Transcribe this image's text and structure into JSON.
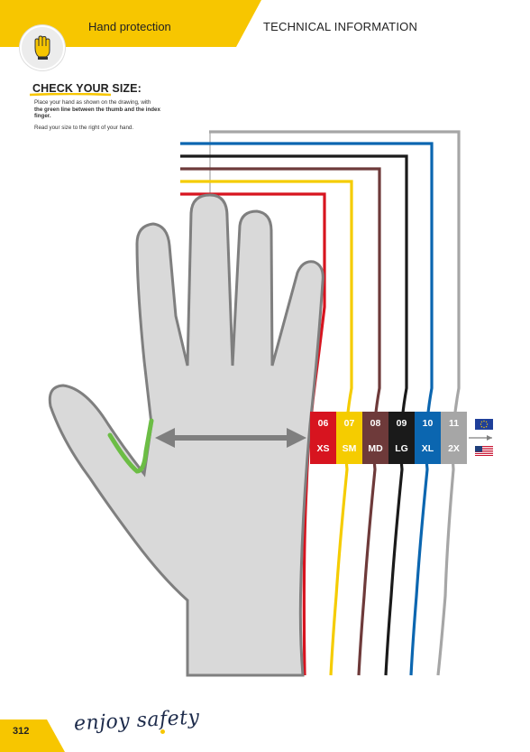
{
  "header": {
    "section_label": "Hand protection",
    "right_label": "TECHNICAL INFORMATION",
    "accent_color": "#f7c600",
    "icon": "glove-hand-icon"
  },
  "content": {
    "title": "CHECK YOUR SIZE:",
    "instruction_line1": "Place your hand as shown on the drawing, with",
    "instruction_bold": "the green line between the thumb and the index finger.",
    "instruction_line2": "Read your size to the right of your hand."
  },
  "sizes": [
    {
      "eu": "06",
      "us": "XS",
      "color": "#d7141f"
    },
    {
      "eu": "07",
      "us": "SM",
      "color": "#f5cc00"
    },
    {
      "eu": "08",
      "us": "MD",
      "color": "#6e3a3a"
    },
    {
      "eu": "09",
      "us": "LG",
      "color": "#1a1a1a"
    },
    {
      "eu": "10",
      "us": "XL",
      "color": "#0b66b0"
    },
    {
      "eu": "11",
      "us": "2X",
      "color": "#a6a6a6"
    }
  ],
  "flags": {
    "eu": "eu-flag-icon",
    "us": "us-flag-icon"
  },
  "footer": {
    "page_number": "312",
    "brand": "enjoy safety"
  }
}
